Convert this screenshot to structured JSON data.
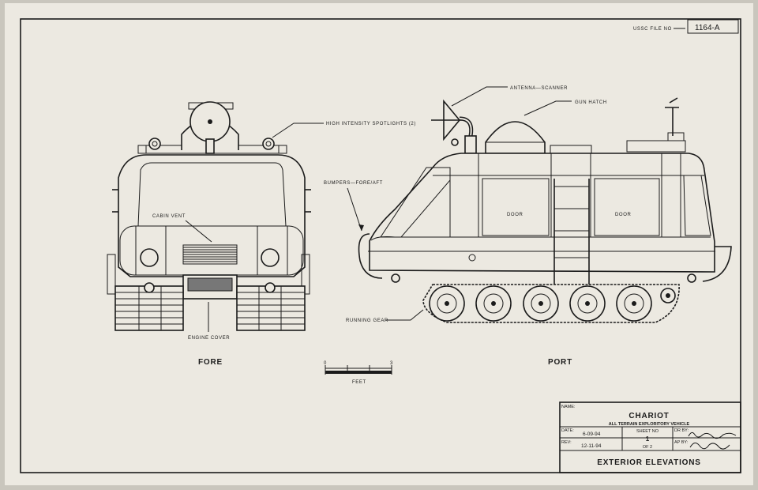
{
  "file": {
    "label": "USSC FILE NO",
    "number": "1164-A"
  },
  "callouts": {
    "spotlights": "HIGH INTENSITY SPOTLIGHTS (2)",
    "cabin_vent": "CABIN VENT",
    "engine_cover": "ENGINE COVER",
    "antenna": "ANTENNA—SCANNER",
    "gun_hatch": "GUN HATCH",
    "bumpers": "BUMPERS—FORE/AFT",
    "running_gear": "RUNNING GEAR",
    "door_left": "DOOR",
    "door_right": "DOOR"
  },
  "views": {
    "fore": "FORE",
    "port": "PORT"
  },
  "scale": {
    "start": "0",
    "end": "3",
    "unit": "FEET"
  },
  "title_block": {
    "name_label": "NAME:",
    "name": "CHARIOT",
    "subtitle": "ALL TERRAIN EXPLORITORY VEHICLE",
    "date_label": "DATE:",
    "date": "6-09-94",
    "rev_label": "REV:",
    "rev": "12-11-94",
    "sheet_label": "SHEET NO",
    "sheet_no": "1",
    "sheet_of": "OF 2",
    "dr_label": "DR BY:",
    "ap_label": "AP BY:",
    "drawing_title": "EXTERIOR ELEVATIONS"
  }
}
